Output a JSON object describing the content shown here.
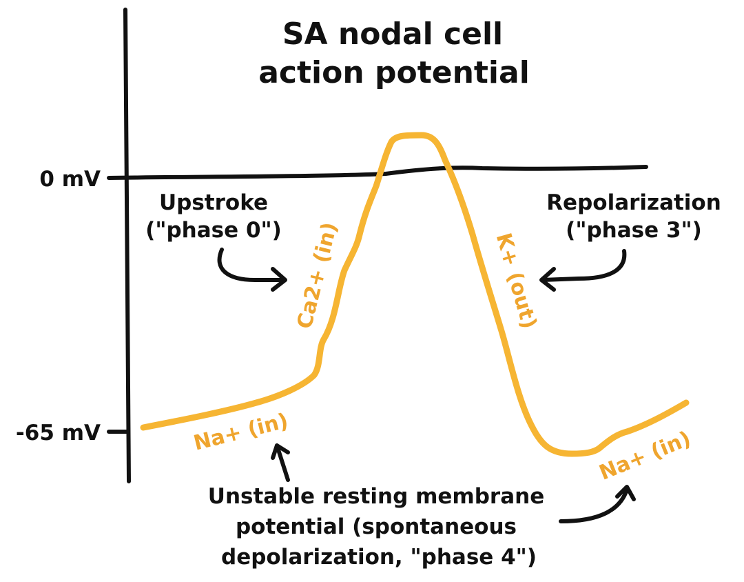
{
  "title": {
    "line1": "SA nodal cell",
    "line2": "action potential"
  },
  "axis": {
    "zero_label": "0 mV",
    "resting_label": "-65 mV"
  },
  "annotations": {
    "upstroke": {
      "line1": "Upstroke",
      "line2": "(\"phase 0\")"
    },
    "repolarization": {
      "line1": "Repolarization",
      "line2": "(\"phase 3\")"
    },
    "unstable": {
      "line1": "Unstable resting membrane",
      "line2": "potential (spontaneous",
      "line3": "depolarization, \"phase 4\")"
    }
  },
  "ion_labels": {
    "ca_in": "Ca2+ (in)",
    "k_out": "K+ (out)",
    "na_in_left": "Na+ (in)",
    "na_in_right": "Na+ (in)"
  },
  "colors": {
    "ink": "#111111",
    "trace": "#F6B533",
    "ion_text": "#EFA52E"
  }
}
